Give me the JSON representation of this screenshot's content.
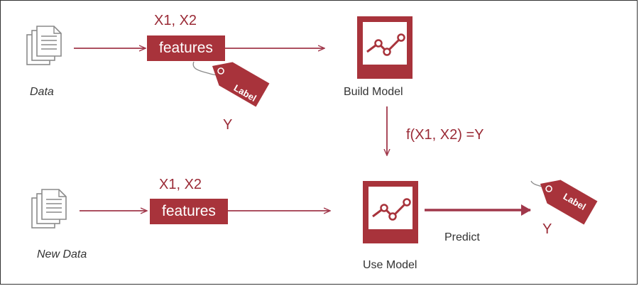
{
  "top": {
    "data_label": "Data",
    "features_label": "features",
    "xvars": "X1, X2",
    "y_label": "Y",
    "tag_label": "Label",
    "model_label": "Build Model"
  },
  "middle": {
    "function_label": "f(X1, X2) =Y"
  },
  "bottom": {
    "data_label": "New Data",
    "features_label": "features",
    "xvars": "X1, X2",
    "model_label": "Use Model",
    "predict_label": "Predict",
    "y_label": "Y",
    "tag_label": "Label"
  },
  "colors": {
    "accent": "#a8333b",
    "arrow": "#a0374a",
    "doc": "#8a8a8a"
  }
}
